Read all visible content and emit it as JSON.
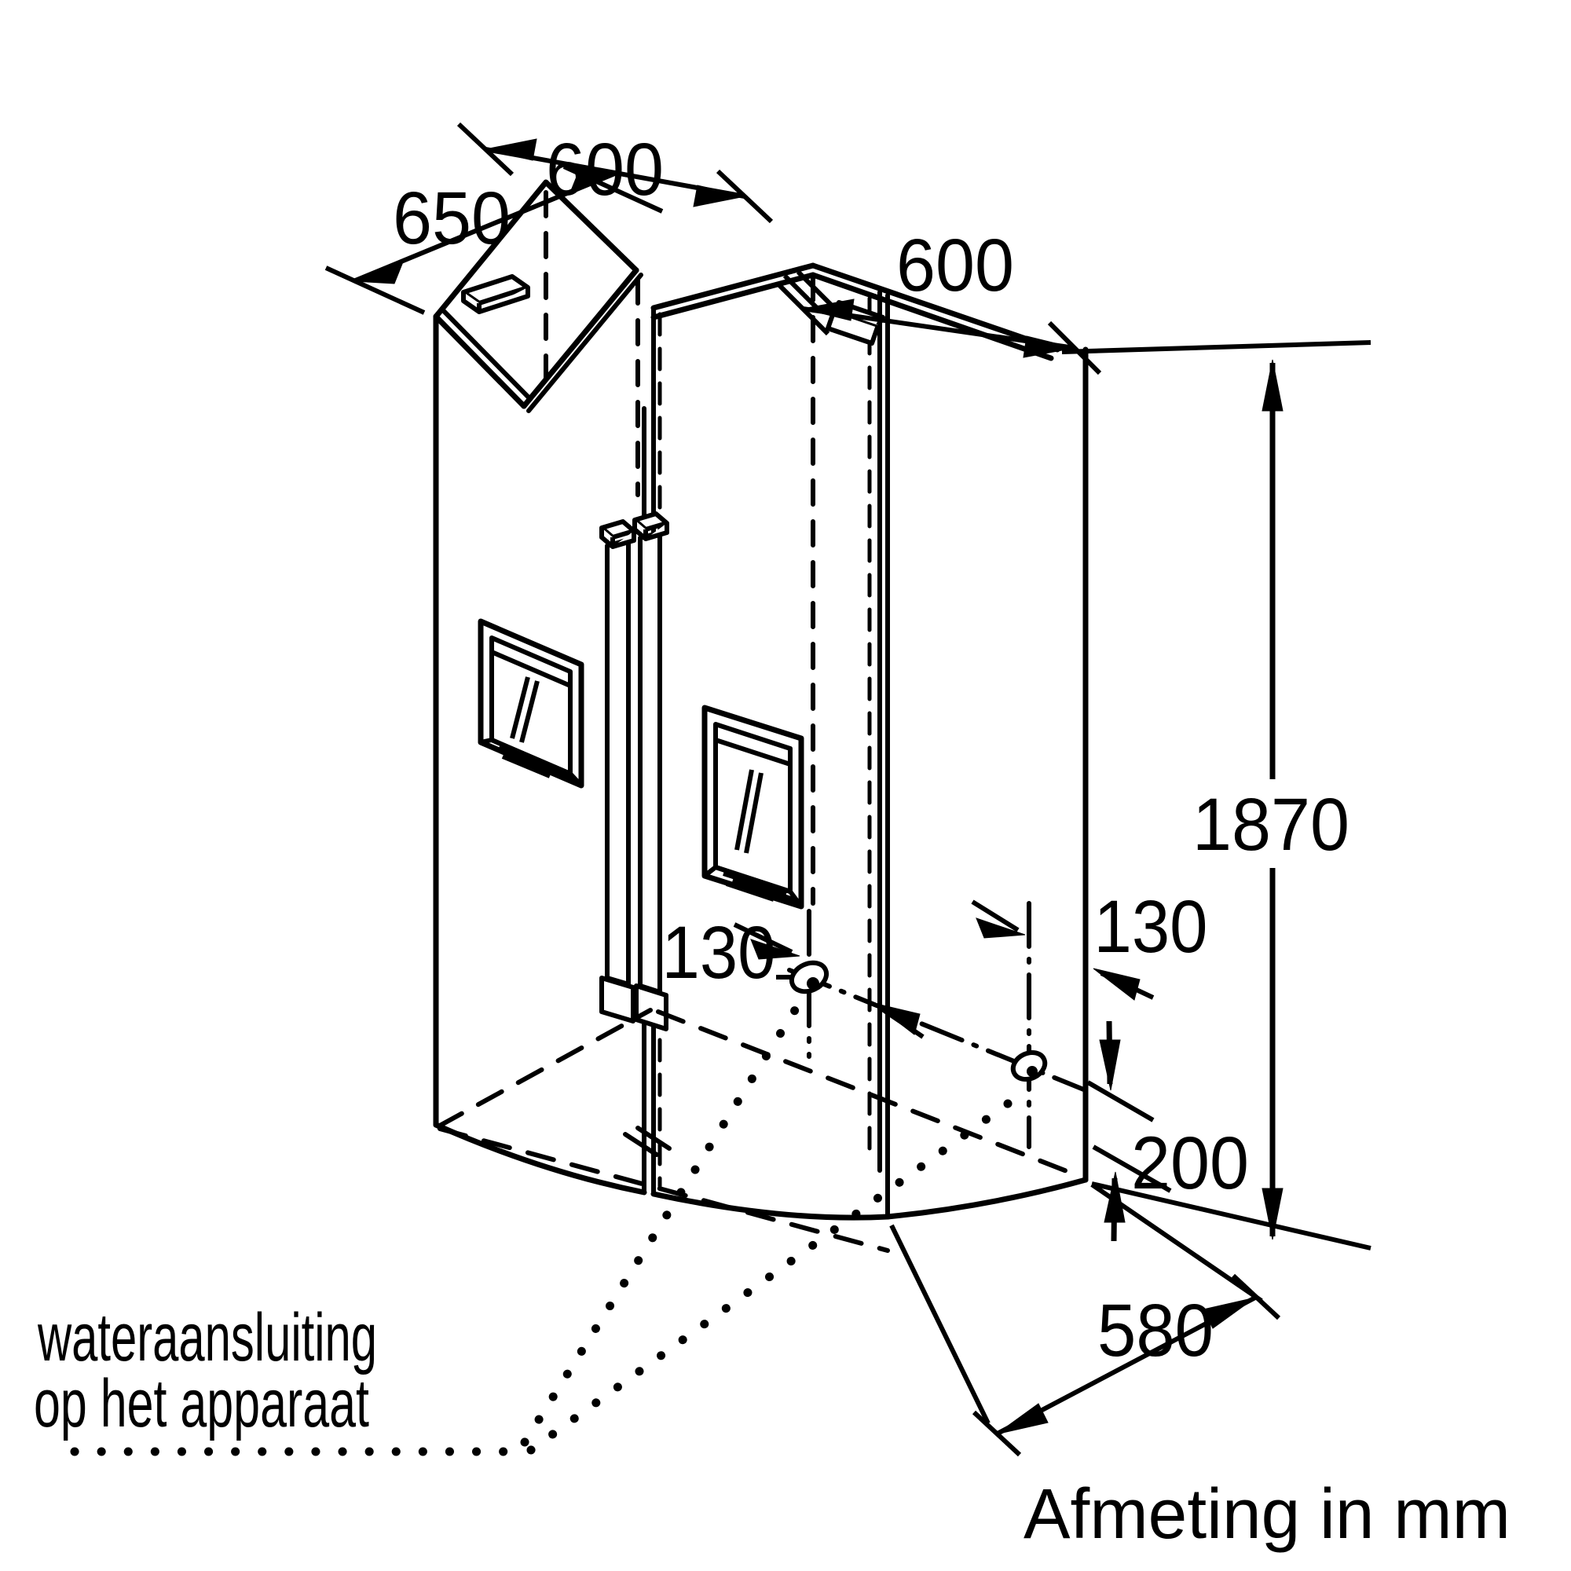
{
  "diagram": {
    "title_note": "Afmeting in mm",
    "dimensions": {
      "depth_left": "650",
      "width_left": "600",
      "width_right": "600",
      "height_total": "1870",
      "water_offset_left": "130",
      "water_offset_right": "130",
      "water_height": "200",
      "depth_right": "580"
    },
    "annotations": {
      "water_line1": "wateraansluiting",
      "water_line2": "op het apparaat"
    },
    "colors": {
      "ink": "#000000",
      "paper": "#ffffff"
    }
  }
}
